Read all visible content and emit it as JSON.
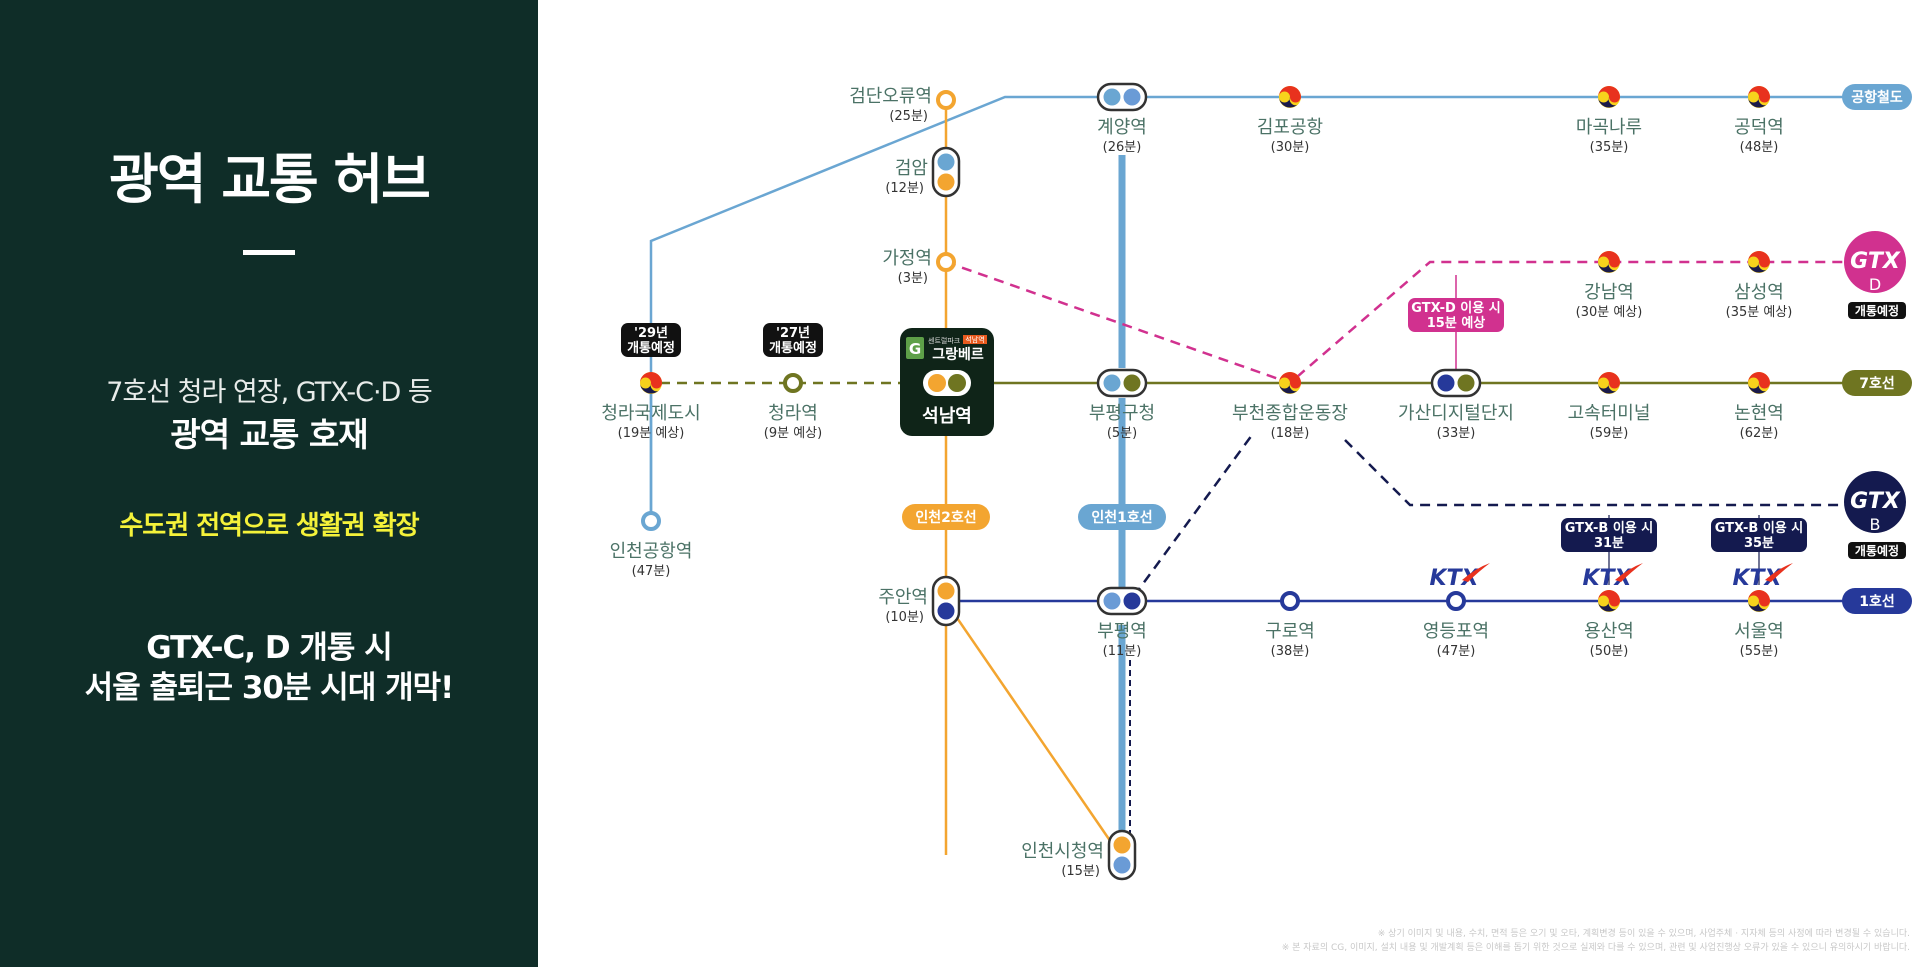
{
  "panel": {
    "title": "광역 교통 허브",
    "subtitle_line1": "7호선 청라 연장, GTX-C·D 등",
    "subtitle_line2": "광역 교통 호재",
    "highlight": "수도권 전역으로 생활권 확장",
    "closing_line1": "GTX-C, D 개통 시",
    "closing_line2": "서울 출퇴근 30분 시대 개막!"
  },
  "colors": {
    "panel_bg": "#0f2d28",
    "highlight": "#f4f23a",
    "airport_rail": "#6aa6d2",
    "incheon1": "#6aa6d2",
    "incheon2": "#f3a530",
    "line7": "#6f7521",
    "line1": "#26399a",
    "gtx_d": "#d1318f",
    "gtx_b": "#141a4f",
    "station_text": "#4b7266"
  },
  "hub": {
    "brand_small": "센트럴파크",
    "brand_tag": "석남역",
    "brand_name": "그랑베르",
    "station": "석남역"
  },
  "line_labels": {
    "airport_rail": "공항철도",
    "line7": "7호선",
    "line1": "1호선",
    "incheon2": "인천2호선",
    "incheon1": "인천1호선",
    "gtx_d_name": "GTX",
    "gtx_d_letter": "D",
    "gtx_d_status": "개통예정",
    "gtx_b_name": "GTX",
    "gtx_b_letter": "B",
    "gtx_b_status": "개통예정"
  },
  "stations": [
    {
      "name": "검단오류역",
      "time": "(25분)"
    },
    {
      "name": "검암",
      "time": "(12분)"
    },
    {
      "name": "가정역",
      "time": "(3분)"
    },
    {
      "name": "계양역",
      "time": "(26분)"
    },
    {
      "name": "김포공항",
      "time": "(30분)"
    },
    {
      "name": "마곡나루",
      "time": "(35분)"
    },
    {
      "name": "공덕역",
      "time": "(48분)"
    },
    {
      "name": "강남역",
      "time": "(30분 예상)"
    },
    {
      "name": "삼성역",
      "time": "(35분 예상)"
    },
    {
      "name": "청라국제도시",
      "time": "(19분 예상)"
    },
    {
      "name": "청라역",
      "time": "(9분 예상)"
    },
    {
      "name": "부평구청",
      "time": "(5분)"
    },
    {
      "name": "부천종합운동장",
      "time": "(18분)"
    },
    {
      "name": "가산디지털단지",
      "time": "(33분)"
    },
    {
      "name": "고속터미널",
      "time": "(59분)"
    },
    {
      "name": "논현역",
      "time": "(62분)"
    },
    {
      "name": "인천공항역",
      "time": "(47분)"
    },
    {
      "name": "주안역",
      "time": "(10분)"
    },
    {
      "name": "부평역",
      "time": "(11분)"
    },
    {
      "name": "구로역",
      "time": "(38분)"
    },
    {
      "name": "영등포역",
      "time": "(47분)"
    },
    {
      "name": "용산역",
      "time": "(50분)"
    },
    {
      "name": "서울역",
      "time": "(55분)"
    },
    {
      "name": "인천시청역",
      "time": "(15분)"
    }
  ],
  "badges": {
    "cheongna_intl": [
      "'29년",
      "개통예정"
    ],
    "cheongna": [
      "'27년",
      "개통예정"
    ],
    "gasan_gtxd": [
      "GTX-D 이용 시",
      "15분 예상"
    ],
    "yongsan_gtxb": [
      "GTX-B 이용 시",
      "31분"
    ],
    "seoul_gtxb": [
      "GTX-B 이용 시",
      "35분"
    ]
  },
  "ktx_label": "KTX",
  "footnotes": [
    "※ 상기 이미지 및 내용, 수치, 면적 등은 오기 및 오타, 계획변경 등이 있을 수 있으며, 사업주체 · 지자체 등의 사정에 따라 변경될 수 있습니다.",
    "※ 본 자료의 CG, 이미지, 설치 내용 및 개발계획 등은 이해를 돕기 위한 것으로 실제와 다를 수 있으며, 관련 및 사업진행상 오류가 있을 수 있으니 유의하시기 바랍니다."
  ]
}
